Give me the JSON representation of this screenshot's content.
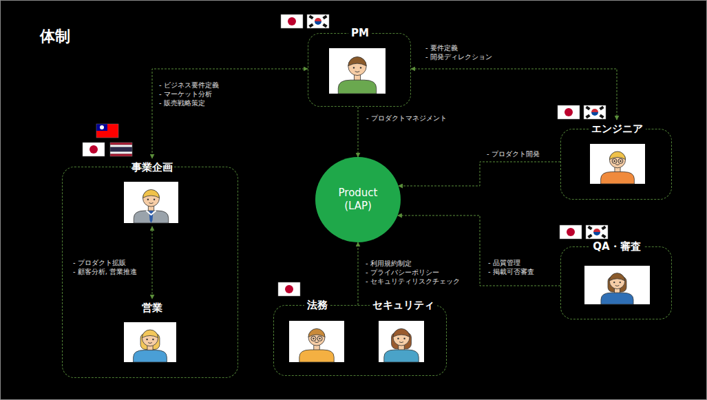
{
  "diagram": {
    "title": "体制",
    "nodes": [
      {
        "text": [
          "PM"
        ]
      },
      {
        "text": [
          "エンジニア"
        ]
      },
      {
        "text": []
      },
      {
        "text": [
          "事業企画"
        ],
        "in": 2
      },
      {
        "text": [
          "Product (LAP)"
        ]
      },
      {
        "text": [
          "QA・審査"
        ]
      },
      {
        "text": [
          "営業"
        ],
        "in": 2
      },
      {
        "text": [
          "法務",
          "セキュリティ"
        ]
      }
    ],
    "edges": [
      {
        "from": 0,
        "to": 3,
        "arrow": "both",
        "label": "- ビジネス要件定義 - マーケット分析 - 販売戦略策定"
      },
      {
        "from": 0,
        "to": 1,
        "arrow": "both",
        "label": "- 要件定義 - 開発ディレクション"
      },
      {
        "from": 0,
        "to": 4,
        "arrow": "to",
        "label": "- プロダクトマネジメント"
      },
      {
        "from": 1,
        "to": 4,
        "arrow": "to",
        "label": "- プロダクト開発"
      },
      {
        "from": 5,
        "to": 4,
        "arrow": "to",
        "label": "- 品質管理 - 掲載可否審査"
      },
      {
        "from": 7,
        "to": 4,
        "arrow": "to",
        "label": "- 利用規約制定 - プライバシーポリシー - セキュリティリスクチェック"
      },
      {
        "from": 3,
        "to": 6,
        "arrow": "both",
        "label": "- プロダクト拡販 - 顧客分析, 営業推進"
      }
    ]
  }
}
